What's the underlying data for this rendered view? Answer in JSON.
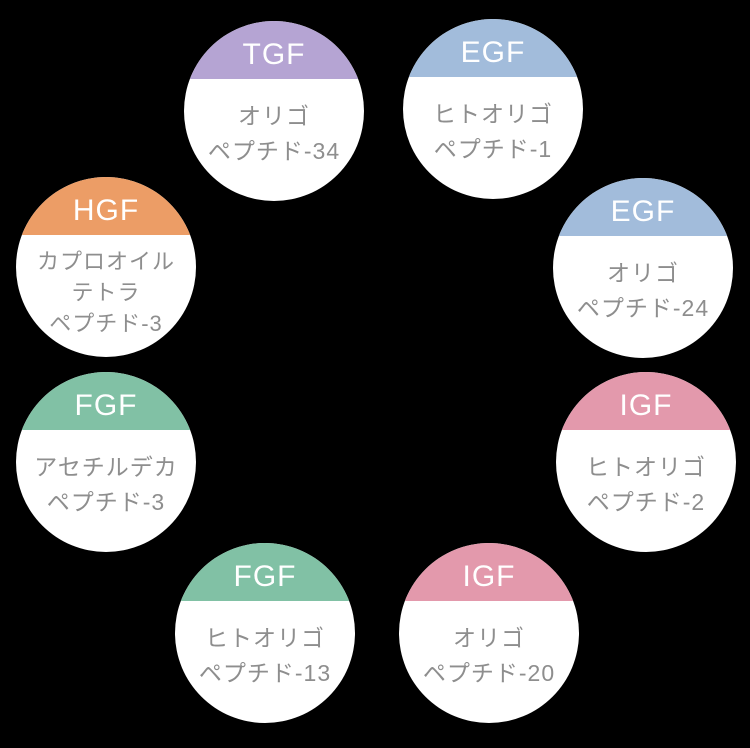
{
  "background_color": "#000000",
  "figure": {
    "description_colors": {
      "tgf_purple": "#b5a4d3",
      "egf_blue": "#a2bcdb",
      "igf_pink": "#e399ac",
      "fgf_green": "#81c1a5",
      "hgf_orange": "#ec9d66",
      "ingredient_text_gray": "#8e8e8e",
      "acronym_text": "#ffffff",
      "circle_fill": "#ffffff"
    },
    "items": [
      {
        "factor": "TGF",
        "ingredient_lines": [
          "オリゴ",
          "ペプチド-34"
        ],
        "color": "#b5a4d3"
      },
      {
        "factor": "EGF",
        "ingredient_lines": [
          "ヒトオリゴ",
          "ペプチド-1"
        ],
        "color": "#a2bcdb"
      },
      {
        "factor": "EGF",
        "ingredient_lines": [
          "オリゴ",
          "ペプチド-24"
        ],
        "color": "#a2bcdb"
      },
      {
        "factor": "IGF",
        "ingredient_lines": [
          "ヒトオリゴ",
          "ペプチド-2"
        ],
        "color": "#e399ac"
      },
      {
        "factor": "IGF",
        "ingredient_lines": [
          "オリゴ",
          "ペプチド-20"
        ],
        "color": "#e399ac"
      },
      {
        "factor": "FGF",
        "ingredient_lines": [
          "ヒトオリゴ",
          "ペプチド-13"
        ],
        "color": "#81c1a5"
      },
      {
        "factor": "FGF",
        "ingredient_lines": [
          "アセチルデカ",
          "ペプチド-3"
        ],
        "color": "#81c1a5"
      },
      {
        "factor": "HGF",
        "ingredient_lines": [
          "カプロオイル",
          "テトラ",
          "ペプチド-3"
        ],
        "color": "#ec9d66"
      }
    ]
  }
}
